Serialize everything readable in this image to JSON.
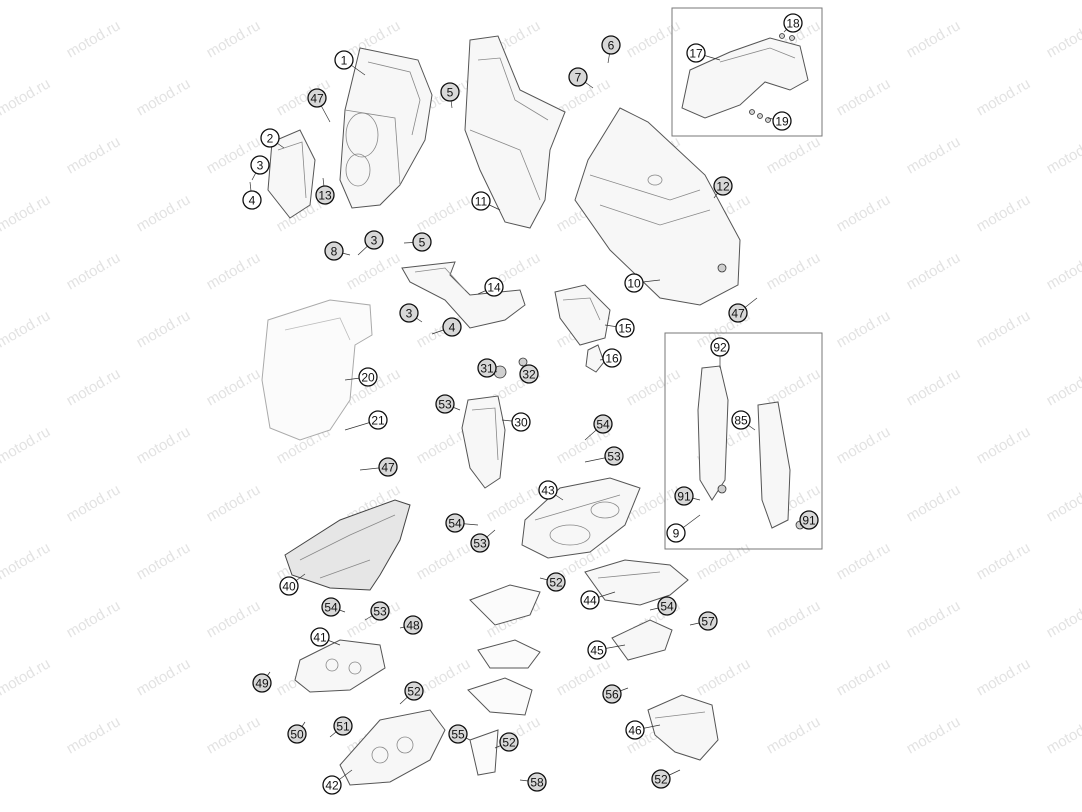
{
  "watermark": "motod.ru",
  "callouts": [
    "1",
    "2",
    "3",
    "3",
    "3",
    "4",
    "4",
    "5",
    "5",
    "6",
    "7",
    "8",
    "10",
    "11",
    "12",
    "13",
    "14",
    "15",
    "16",
    "17",
    "18",
    "19",
    "20",
    "21",
    "30",
    "31",
    "32",
    "40",
    "41",
    "42",
    "43",
    "44",
    "45",
    "46",
    "47",
    "47",
    "47",
    "48",
    "49",
    "50",
    "51",
    "52",
    "52",
    "52",
    "52",
    "53",
    "53",
    "53",
    "53",
    "54",
    "54",
    "54",
    "54",
    "55",
    "56",
    "57",
    "58",
    "85",
    "9",
    "91",
    "91",
    "92"
  ]
}
